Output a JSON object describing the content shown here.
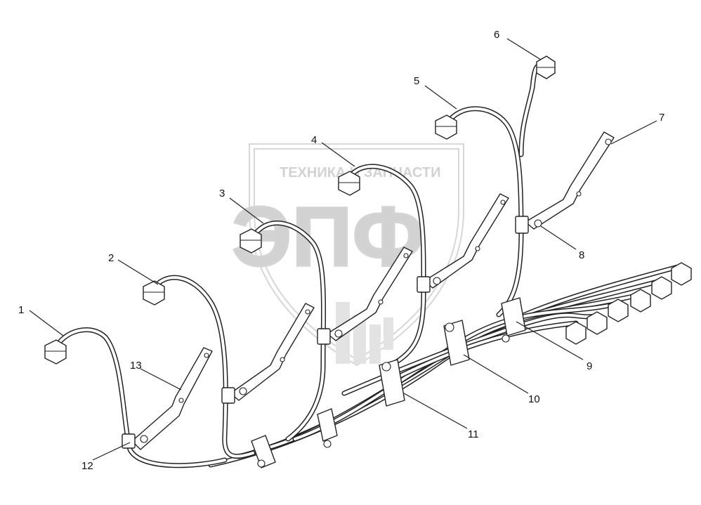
{
  "watermark": {
    "brand_line": "ТЕХНИКА И ЗАПЧАСТИ",
    "logo_letters": "ЭПФ"
  },
  "callouts": [
    {
      "id": 1,
      "label": "1"
    },
    {
      "id": 2,
      "label": "2"
    },
    {
      "id": 3,
      "label": "3"
    },
    {
      "id": 4,
      "label": "4"
    },
    {
      "id": 5,
      "label": "5"
    },
    {
      "id": 6,
      "label": "6"
    },
    {
      "id": 7,
      "label": "7"
    },
    {
      "id": 8,
      "label": "8"
    },
    {
      "id": 9,
      "label": "9"
    },
    {
      "id": 10,
      "label": "10"
    },
    {
      "id": 11,
      "label": "11"
    },
    {
      "id": 12,
      "label": "12"
    },
    {
      "id": 13,
      "label": "13"
    }
  ],
  "colors": {
    "line": "#222222",
    "background": "#ffffff",
    "watermark": "#d7d7d7"
  }
}
